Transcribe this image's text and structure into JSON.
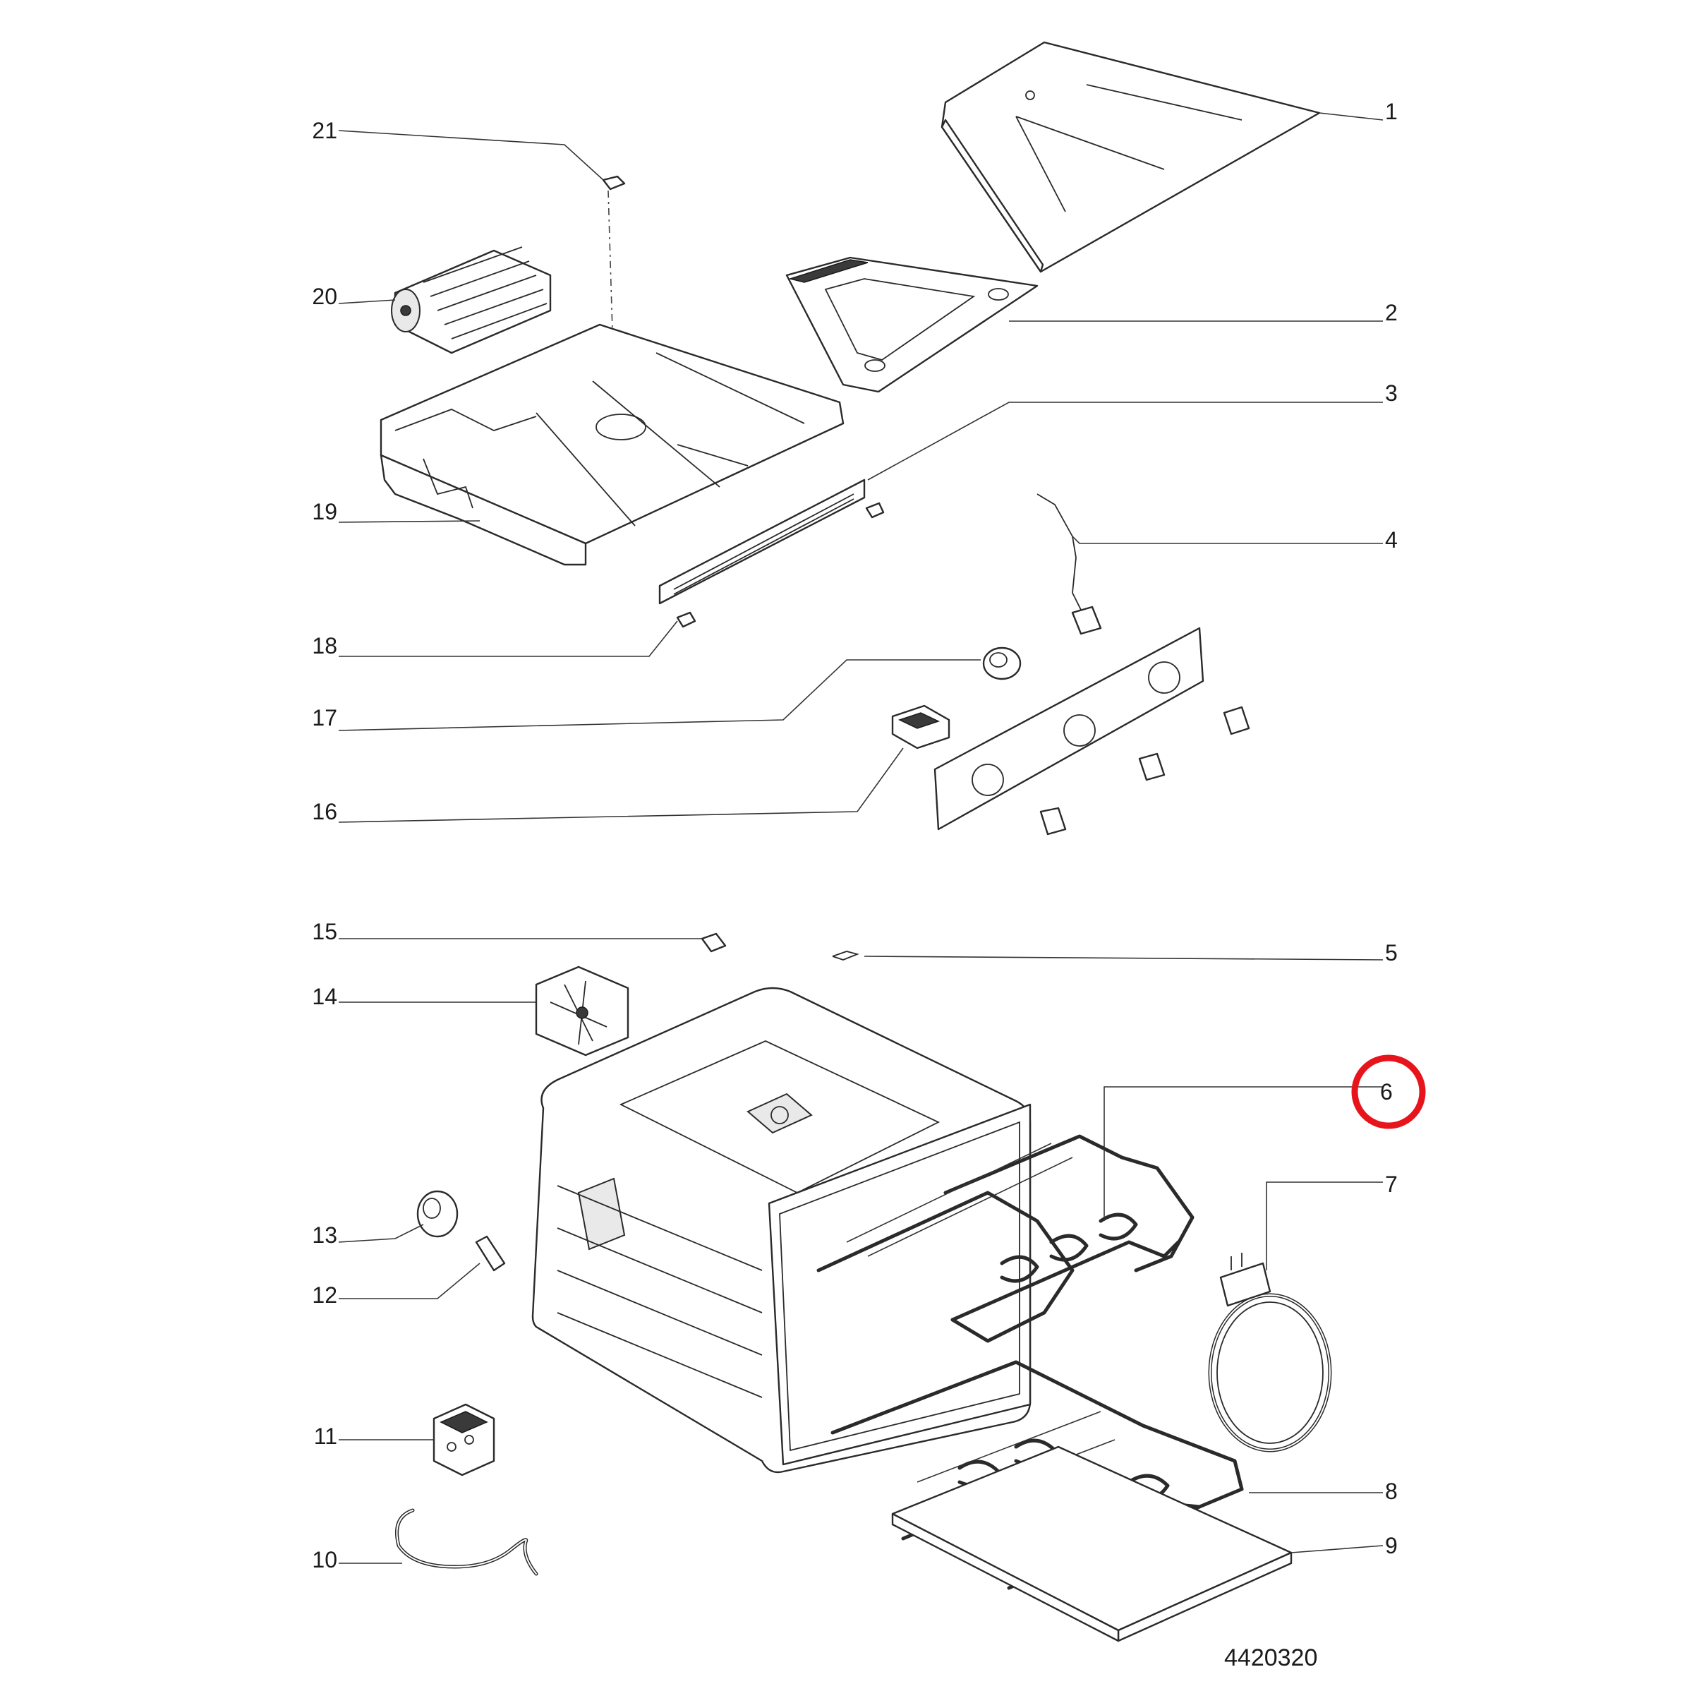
{
  "diagram": {
    "drawing_number": "4420320",
    "part_numbers": [
      "1",
      "2",
      "3",
      "4",
      "5",
      "6",
      "7",
      "8",
      "9",
      "10",
      "11",
      "12",
      "13",
      "14",
      "15",
      "16",
      "17",
      "18",
      "19",
      "20",
      "21"
    ],
    "highlighted_part": "6",
    "highlight_color": "#e8141c"
  }
}
